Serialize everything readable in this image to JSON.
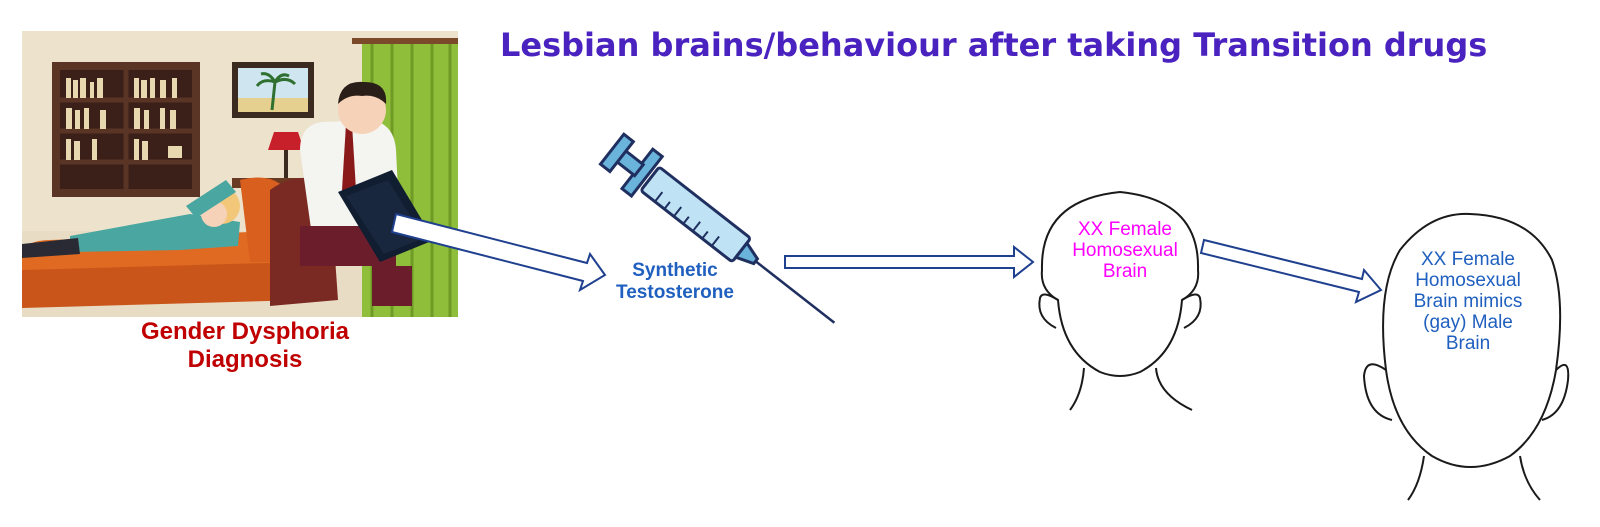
{
  "title": "Lesbian brains/behaviour after taking Transition drugs",
  "diagnosis": {
    "line1": "Gender Dysphoria",
    "line2": "Diagnosis"
  },
  "drug": {
    "line1": "Synthetic",
    "line2": "Testosterone"
  },
  "brain_before": {
    "line1": "XX Female",
    "line2": "Homosexual",
    "line3": "Brain"
  },
  "brain_after": {
    "line1": "XX Female",
    "line2": "Homosexual",
    "line3": "Brain mimics",
    "line4": "(gay) Male",
    "line5": "Brain"
  },
  "colors": {
    "title": "#4a22c0",
    "diagnosis": "#c00000",
    "drug": "#1f5fbf",
    "brain_before": "#ff00ff",
    "brain_after": "#1f5fbf",
    "arrow_outline": "#1f3f8f"
  }
}
